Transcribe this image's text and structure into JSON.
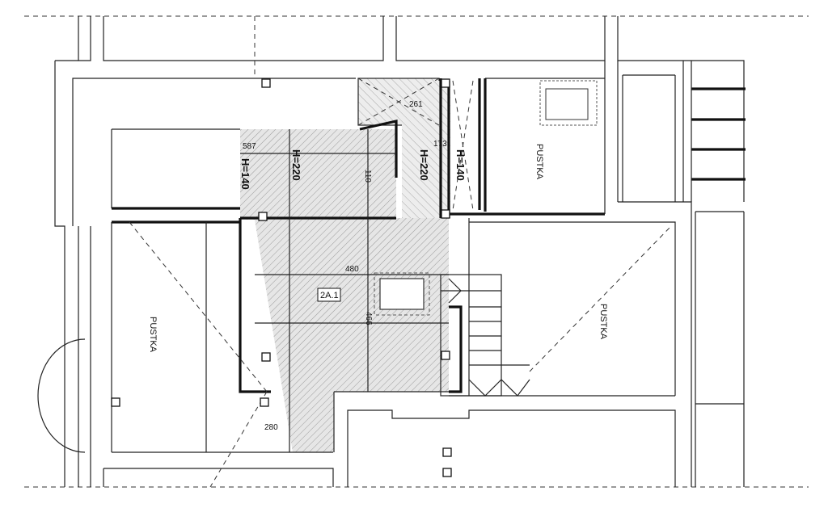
{
  "room": {
    "code": "2A.1"
  },
  "rooms": {
    "void_left": "PUSTKA",
    "void_right": "PUSTKA",
    "void_top": "PUSTKA"
  },
  "heights": {
    "h140_a": "H=140",
    "h220_a": "H=220",
    "h220_b": "H=220",
    "h140_b": "H=140"
  },
  "dimensions": {
    "d587": "587",
    "d261": "261",
    "d173": "173",
    "d110": "110",
    "d480": "480",
    "d466": "466",
    "d280": "280"
  },
  "colors": {
    "wall": "#111111",
    "hatch": "#9a9a9a",
    "room_fill": "#e4e4e4"
  }
}
